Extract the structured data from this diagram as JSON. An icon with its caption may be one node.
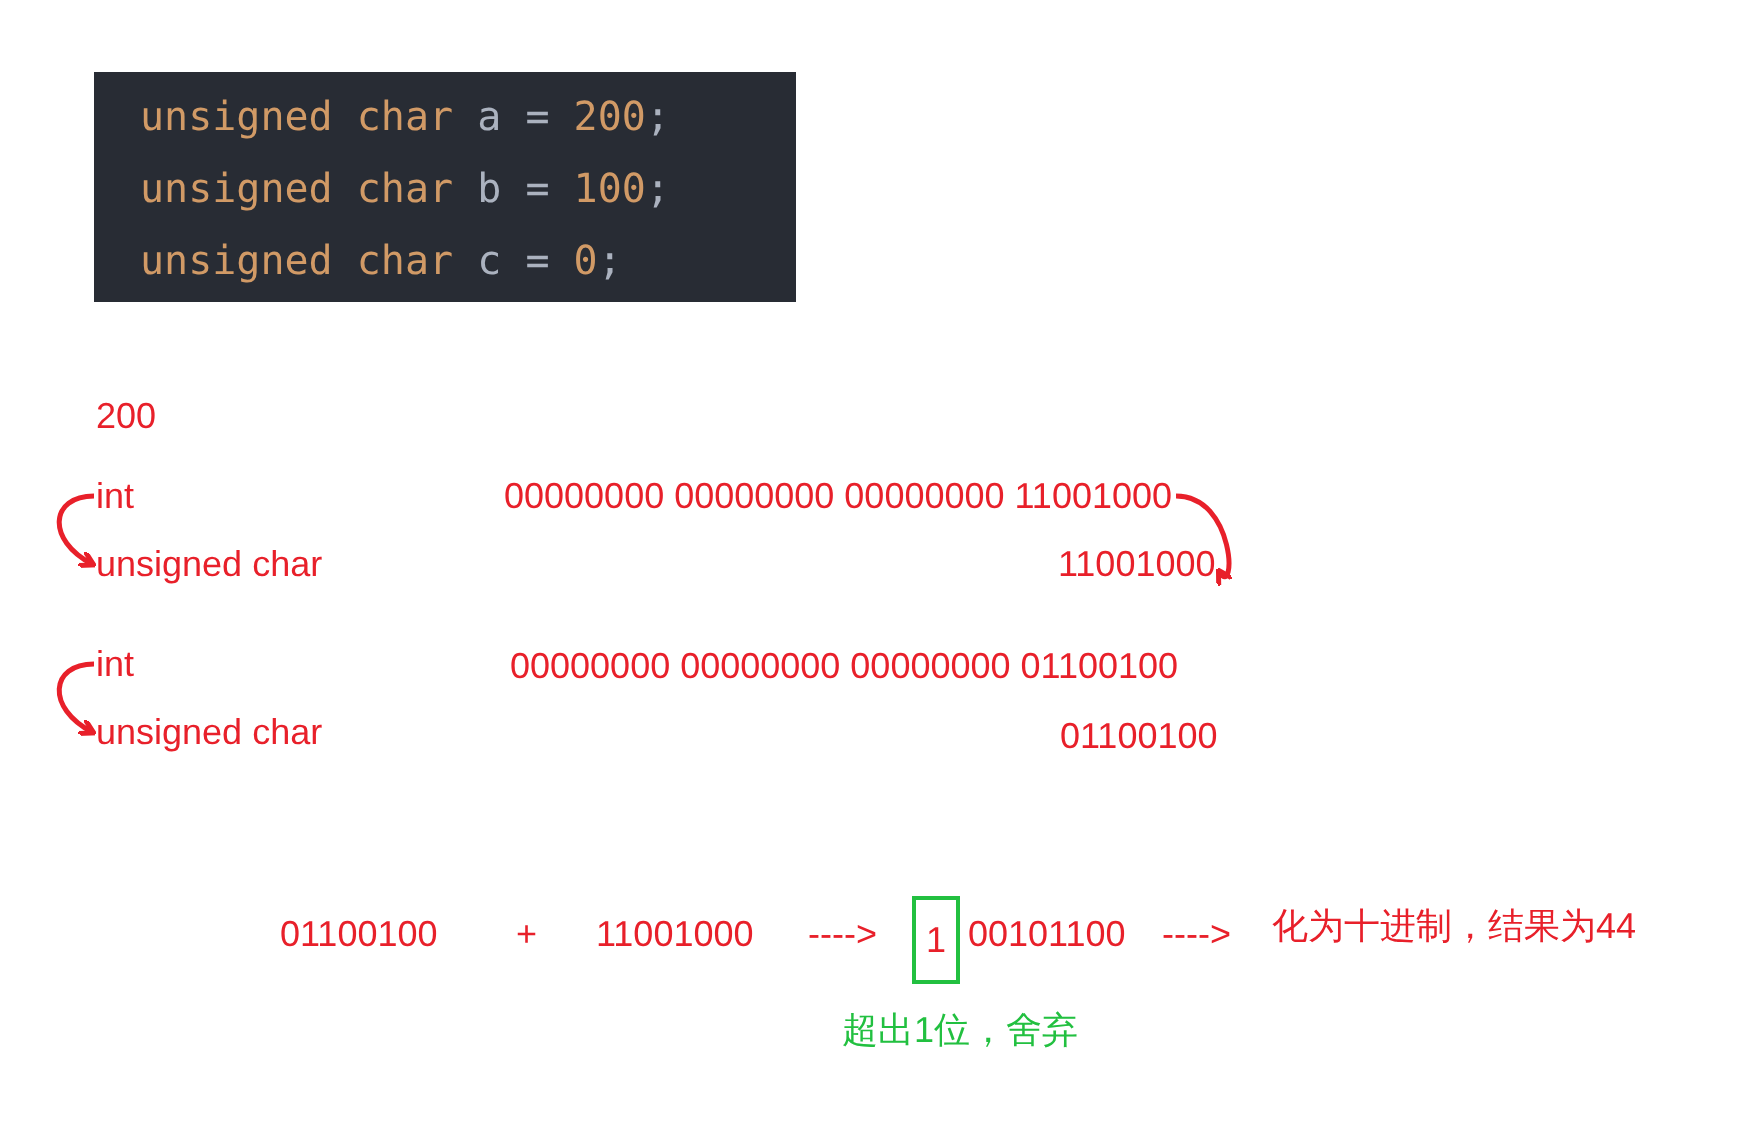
{
  "diagram": {
    "nodes": [
      {
        "text": [
          "unsigned char a = 200;",
          "unsigned char b = 100;",
          "unsigned char c = 0;"
        ]
      },
      {
        "text": [
          "int"
        ]
      },
      {
        "text": [
          "00000000 00000000 00000000 11001000"
        ]
      },
      {
        "text": [
          "unsigned char"
        ]
      },
      {
        "text": [
          "11001000"
        ]
      },
      {
        "text": [
          "int"
        ]
      },
      {
        "text": [
          "00000000 00000000 00000000 01100100"
        ]
      },
      {
        "text": [
          "unsigned char"
        ]
      },
      {
        "text": [
          "01100100"
        ]
      },
      {
        "text": [
          "1"
        ]
      }
    ],
    "edges": [
      {
        "from": 1,
        "to": 3,
        "arrow": "to"
      },
      {
        "from": 2,
        "to": 4,
        "arrow": "to"
      },
      {
        "from": 5,
        "to": 7,
        "arrow": "to"
      }
    ],
    "labels": [
      "200",
      "01100100",
      "+",
      "11001000",
      "---->",
      "00101100",
      "---->",
      "化为十进制，结果为44",
      "超出1位，舍弃"
    ]
  }
}
